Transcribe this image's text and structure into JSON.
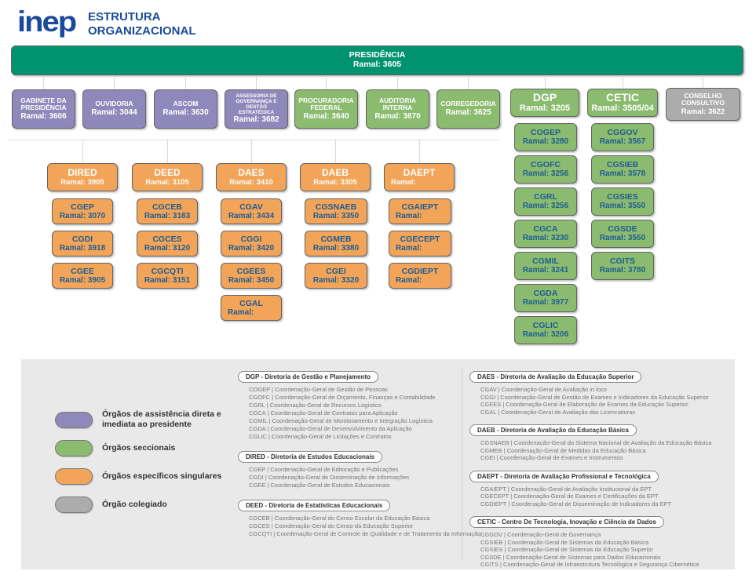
{
  "header": {
    "logo_text": "inep",
    "title": "ESTRUTURA ORGANIZACIONAL"
  },
  "colors": {
    "teal": "#00936F",
    "purple": "#8F88BB",
    "green": "#8ABB6E",
    "orange": "#F2A458",
    "gray": "#ACACAC",
    "blue_text": "#1F5D94"
  },
  "chart": {
    "president": {
      "name": "PRESIDÊNCIA",
      "ramal": "Ramal: 3605"
    },
    "row2": [
      {
        "name": "GABINETE DA PRESIDÊNCIA",
        "ramal": "Ramal: 3606"
      },
      {
        "name": "OUVIDORIA",
        "ramal": "Ramal: 3044"
      },
      {
        "name": "ASCOM",
        "ramal": "Ramal: 3630"
      },
      {
        "name": "ASSESSORIA DE GOVERNANÇA E GESTÃO ESTRATÉGICA",
        "ramal": "Ramal: 3682"
      },
      {
        "name": "PROCURADORIA FEDERAL",
        "ramal": "Ramal: 3640"
      },
      {
        "name": "AUDITORIA INTERNA",
        "ramal": "Ramal: 3670"
      },
      {
        "name": "CORREGEDORIA",
        "ramal": "Ramal: 3625"
      },
      {
        "name": "DGP",
        "ramal": "Ramal: 3205"
      },
      {
        "name": "CETIC",
        "ramal": "Ramal: 3505/04"
      },
      {
        "name": "CONSELHO CONSULTIVO",
        "ramal": "Ramal: 3622"
      }
    ],
    "dgp_children": [
      {
        "name": "COGEP",
        "ramal": "Ramal: 3280"
      },
      {
        "name": "CGOFC",
        "ramal": "Ramal: 3256"
      },
      {
        "name": "CGRL",
        "ramal": "Ramal: 3256"
      },
      {
        "name": "CGCA",
        "ramal": "Ramal: 3230"
      },
      {
        "name": "CGMIL",
        "ramal": "Ramal: 3241"
      },
      {
        "name": "CGDA",
        "ramal": "Ramal: 3977"
      },
      {
        "name": "CGLIC",
        "ramal": "Ramal: 3206"
      }
    ],
    "cetic_children": [
      {
        "name": "CGGOV",
        "ramal": "Ramal: 3567"
      },
      {
        "name": "CGSIEB",
        "ramal": "Ramal: 3578"
      },
      {
        "name": "CGSIES",
        "ramal": "Ramal: 3550"
      },
      {
        "name": "CGSDE",
        "ramal": "Ramal: 3550"
      },
      {
        "name": "CGITS",
        "ramal": "Ramal: 3780"
      }
    ],
    "directorates": [
      {
        "name": "DIRED",
        "ramal": "Ramal: 3905",
        "children": [
          {
            "name": "CGEP",
            "ramal": "Ramal: 3070"
          },
          {
            "name": "CGDI",
            "ramal": "Ramal: 3918"
          },
          {
            "name": "CGEE",
            "ramal": "Ramal: 3905"
          }
        ]
      },
      {
        "name": "DEED",
        "ramal": "Ramal: 3105",
        "children": [
          {
            "name": "CGCEB",
            "ramal": "Ramal: 3183"
          },
          {
            "name": "CGCES",
            "ramal": "Ramal: 3120"
          },
          {
            "name": "CGCQTI",
            "ramal": "Ramal: 3151"
          }
        ]
      },
      {
        "name": "DAES",
        "ramal": "Ramal: 3410",
        "children": [
          {
            "name": "CGAV",
            "ramal": "Ramal: 3434"
          },
          {
            "name": "CGGI",
            "ramal": "Ramal: 3420"
          },
          {
            "name": "CGEES",
            "ramal": "Ramal: 3450"
          },
          {
            "name": "CGAL",
            "ramal": "Ramal:"
          }
        ]
      },
      {
        "name": "DAEB",
        "ramal": "Ramal: 3305",
        "children": [
          {
            "name": "CGSNAEB",
            "ramal": "Ramal: 3350"
          },
          {
            "name": "CGMEB",
            "ramal": "Ramal: 3380"
          },
          {
            "name": "CGEI",
            "ramal": "Ramal: 3320"
          }
        ]
      },
      {
        "name": "DAEPT",
        "ramal": "Ramal:",
        "children": [
          {
            "name": "CGAIEPT",
            "ramal": "Ramal:"
          },
          {
            "name": "CGECEPT",
            "ramal": "Ramal:"
          },
          {
            "name": "CGDIEPT",
            "ramal": "Ramal:"
          }
        ]
      }
    ]
  },
  "legend": {
    "items": [
      {
        "label": "Órgãos de assistência direta e imediata ao presidente",
        "color": "purple"
      },
      {
        "label": "Órgãos seccionais",
        "color": "green"
      },
      {
        "label": "Órgãos específicos singulares",
        "color": "orange"
      },
      {
        "label": "Órgão colegiado",
        "color": "gray"
      }
    ]
  },
  "glossary": {
    "left_column": [
      {
        "title": "DGP - Diretoria de Gestão e Planejamento",
        "items": [
          "COGEP  |  Coordenação-Geral de Gestão de Pessoas",
          "CGOFC  |  Coordenação-Geral de Orçamento, Finanças e Contabilidade",
          "CGRL  |  Coordenação-Geral de Recursos Logístico",
          "CGCA  |  Coordenação-Geral de Contratos para Aplicação",
          "CGMIL  |  Coordenação-Geral de Monitoramento e Integração Logística",
          "CGDA  |  Coordenação-Geral de Desenvolvimento da Aplicação",
          "CGLIC  |  Coordenação-Geral de Licitações e Contratos"
        ]
      },
      {
        "title": "DIRED - Diretoria de Estudos Educacionais",
        "items": [
          "CGEP  |  Coordenação-Geral de Editoração e Publicações",
          "CGDI  |  Coordenação-Geral de Disseminação de Informações",
          "CGEE  |  Coordenação-Geral de Estudos Educacionais"
        ]
      },
      {
        "title": "DEED - Diretoria de Estatísticas Educacionais",
        "items": [
          "CGCEB  |  Coordenação-Geral do Censo Escolar da Educação Básica",
          "CGCES  |  Coordenação-Geral do Censo da Educação Superior",
          "CGCQTI  |  Coordenação-Geral de Controle de Qualidade e de Tratamento da Informação"
        ]
      }
    ],
    "right_column": [
      {
        "title": "DAES - Diretoria de Avaliação da Educação Superior",
        "items": [
          "CGAV  |  Coordenação-Geral de Avaliação in loco",
          "CGGI  |  Coordenação-Geral de Gestão de Exames e Indicadores da Educação Superior",
          "CGEES  |  Coordenação-Geral de Elaboração de Exames da Educação Superior",
          "CGAL  |  Coordenação-Geral de Avaliação das Licenciaturas"
        ]
      },
      {
        "title": "DAEB - Diretoria de Avaliação da Educação Básica",
        "items": [
          "CGSNAEB  |  Coordenação-Geral do Sistema Nacional de Avaliação da Educação Básica",
          "CGMEB  |  Coordenação-Geral de Medidas da Educação Básica",
          "CGEI  |  Coordenação-Geral de Exames e Instrumentos"
        ]
      },
      {
        "title": "DAEPT - Diretoria de Avaliação Profissional e Tecnológica",
        "items": [
          "CGAIEPT  |  Coordenação-Geral de Avaliação Institucional da EPT",
          "CGECEPT  |  Coordenação-Geral de Exames e Certificações da EPT",
          "CGDIEPT  |  Coordenação-Geral de Disseminação de Indicadores da EPT"
        ]
      },
      {
        "title": "CETIC - Centro De Tecnologia, Inovação e Ciência de Dados",
        "items": [
          "CGGOV  |  Coordenação-Geral de Governança",
          "CGSIEB  |  Coordenação-Geral de Sistemas da Educação Básica",
          "CGSIES  |  Coordenação-Geral de Sistemas da Educação Superior",
          "CGSDE  |  Coordenação-Geral de Sistemas para Dados Educacionais",
          "CGITS  |  Coordenação-Geral de Infraestrutura Tecnológica e Segurança Cibernética"
        ]
      }
    ]
  }
}
